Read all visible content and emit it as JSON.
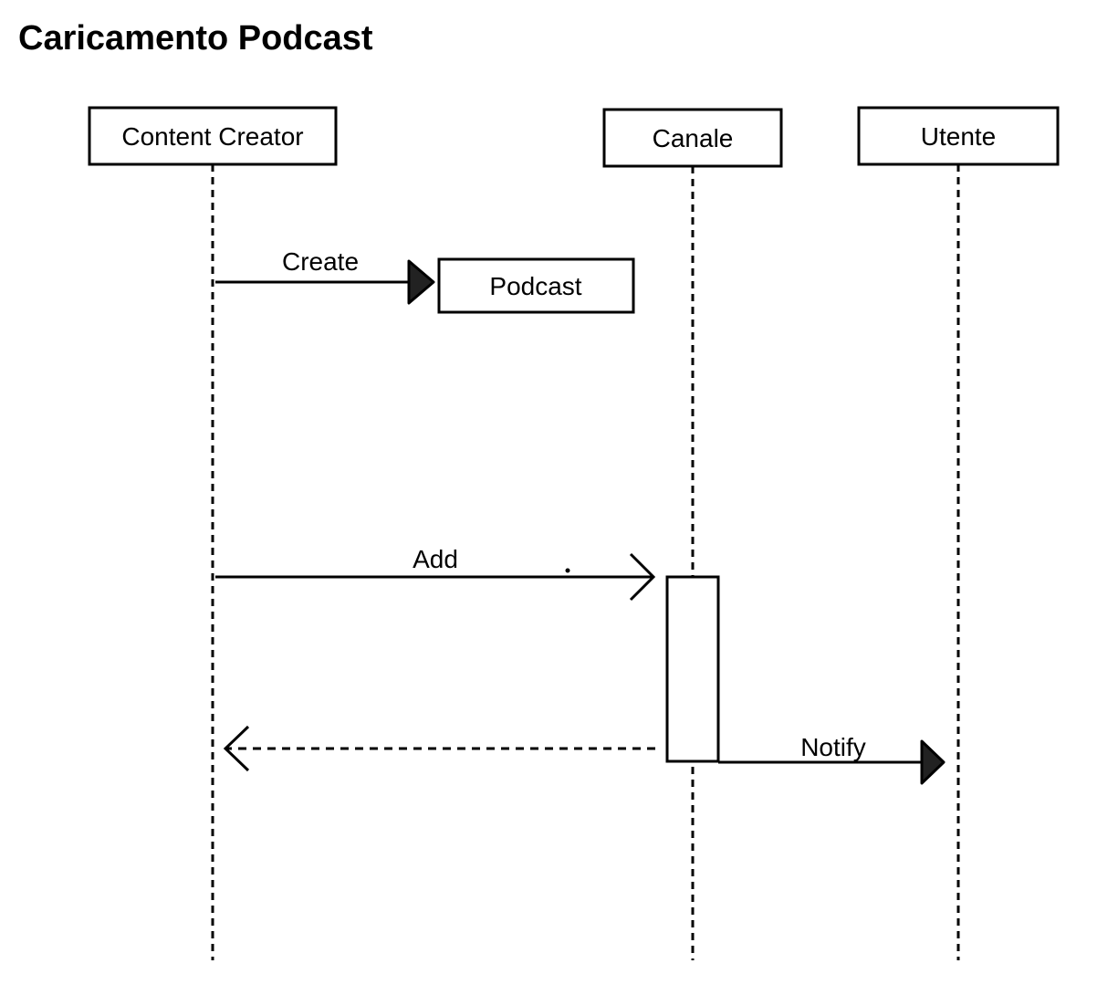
{
  "title": "Caricamento Podcast",
  "participants": {
    "content_creator": "Content Creator",
    "canale": "Canale",
    "utente": "Utente"
  },
  "created_object": "Podcast",
  "messages": {
    "create": "Create",
    "add": "Add",
    "notify": "Notify"
  },
  "colors": {
    "stroke": "#000000",
    "background": "#ffffff"
  }
}
